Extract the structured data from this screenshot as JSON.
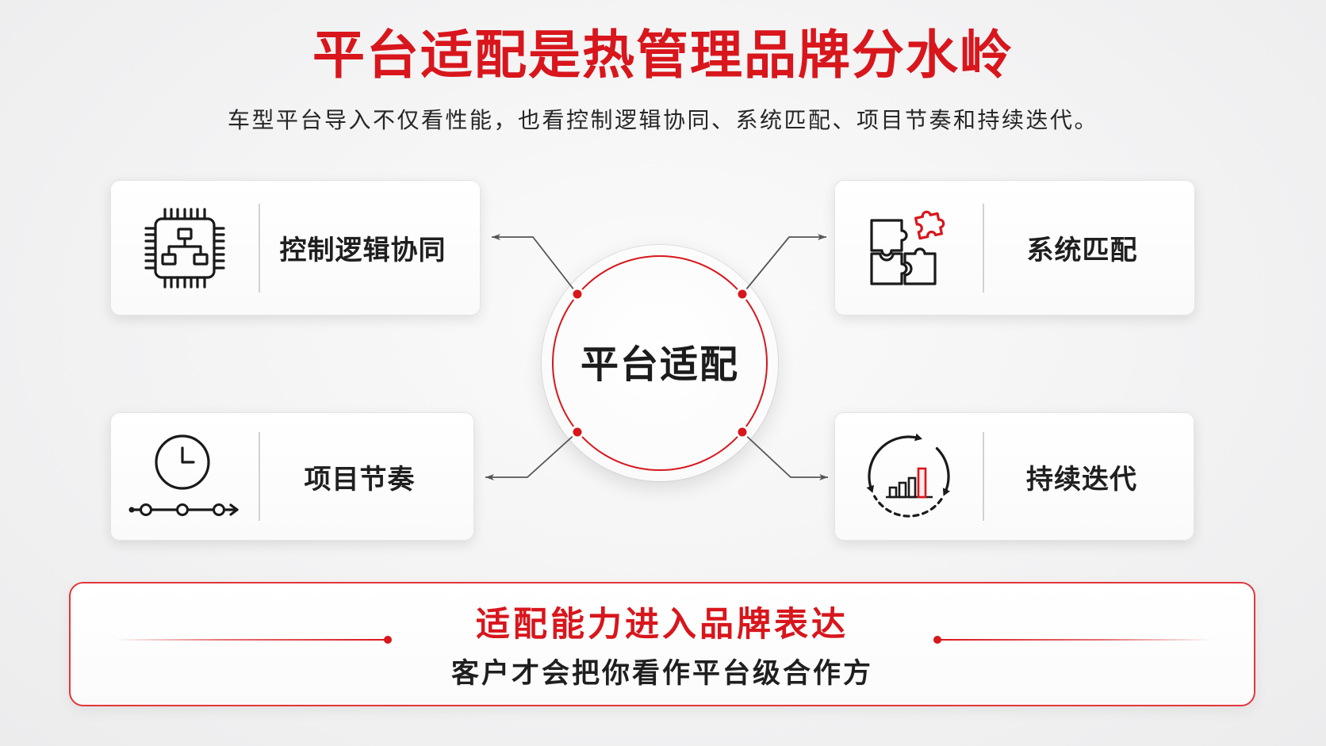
{
  "title": "平台适配是热管理品牌分水岭",
  "subtitle": "车型平台导入不仅看性能，也看控制逻辑协同、系统匹配、项目节奏和持续迭代。",
  "center": {
    "label": "平台适配"
  },
  "cards": [
    {
      "label": "控制逻辑协同",
      "icon": "chip-flowchart-icon"
    },
    {
      "label": "系统匹配",
      "icon": "puzzle-icon"
    },
    {
      "label": "项目节奏",
      "icon": "clock-timeline-icon"
    },
    {
      "label": "持续迭代",
      "icon": "cycle-chart-icon"
    }
  ],
  "banner": {
    "headline": "适配能力进入品牌表达",
    "subline": "客户才会把你看作平台级合作方"
  },
  "colors": {
    "accent": "#d8161c",
    "text": "#1f1f1f",
    "connector": "#555555",
    "background": "#f2f2f3"
  }
}
